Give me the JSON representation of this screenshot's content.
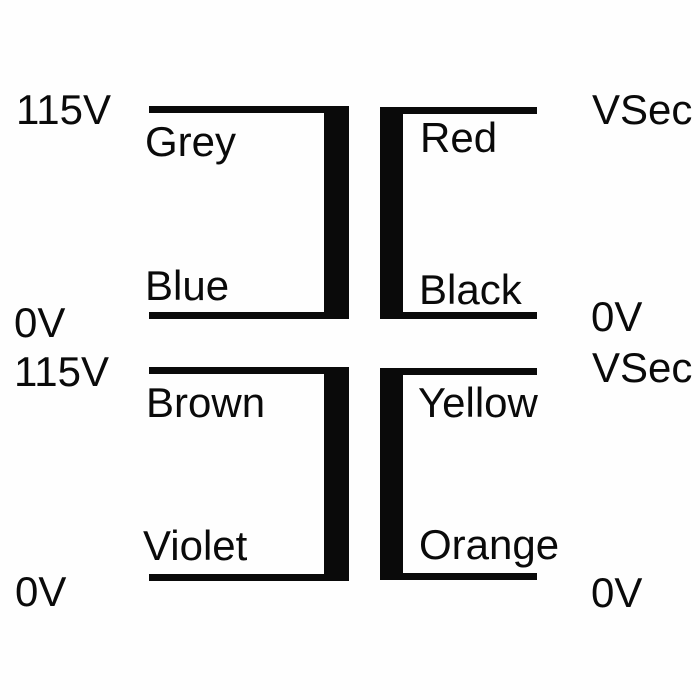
{
  "diagram": {
    "type": "transformer-wiring-diagram",
    "colors": {
      "ink": "#0a0a0a",
      "background": "#ffffff"
    },
    "windings": [
      {
        "name": "primary-winding-1",
        "position": "top-left",
        "top_terminal": "115V",
        "top_wire": "Grey",
        "bottom_wire": "Blue",
        "bottom_terminal": "0V"
      },
      {
        "name": "secondary-winding-1",
        "position": "top-right",
        "top_terminal": "VSec",
        "top_wire": "Red",
        "bottom_wire": "Black",
        "bottom_terminal": "0V"
      },
      {
        "name": "primary-winding-2",
        "position": "bottom-left",
        "top_terminal": "115V",
        "top_wire": "Brown",
        "bottom_wire": "Violet",
        "bottom_terminal": "0V"
      },
      {
        "name": "secondary-winding-2",
        "position": "bottom-right",
        "top_terminal": "VSec",
        "top_wire": "Yellow",
        "bottom_wire": "Orange",
        "bottom_terminal": "0V"
      }
    ]
  }
}
